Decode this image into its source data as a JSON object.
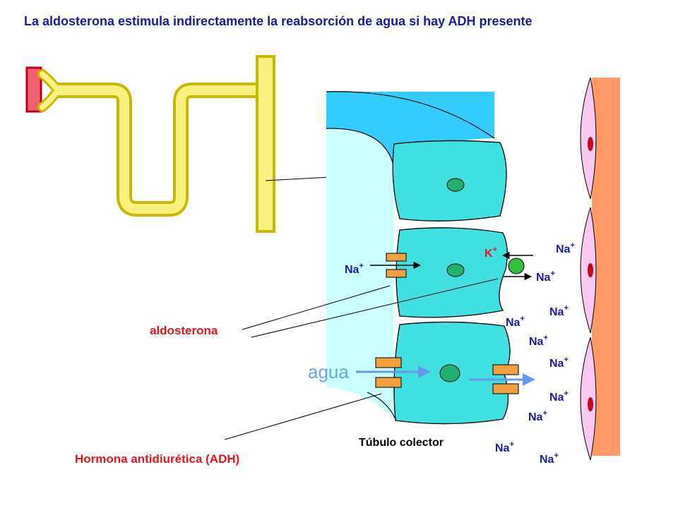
{
  "title": "La aldosterona estimula indirectamente la reabsorción de agua si hay ADH presente",
  "labels": {
    "aldosterona": "aldosterona",
    "adh": "Hormona antidiurética (ADH)",
    "agua": "agua",
    "tubulo": "Túbulo colector",
    "k_ion": "K",
    "na_ion": "Na",
    "plus": "+"
  },
  "colors": {
    "title": "#1a1aa6",
    "red_label": "#e8141e",
    "agua_label": "#66a6ee",
    "tubule_lumen": "#ccffff",
    "cell": "#40e0e0",
    "nucleus": "#20b070",
    "channel": "#f0a040",
    "pump": "#30c040",
    "capillary": "#ff9966",
    "endothelium": "#f8c8f0",
    "endo_nucleus": "#c8001e",
    "nephron_fill": "#f8f080",
    "nephron_outline": "#c8b800",
    "arrow_water": "#6699ee"
  }
}
